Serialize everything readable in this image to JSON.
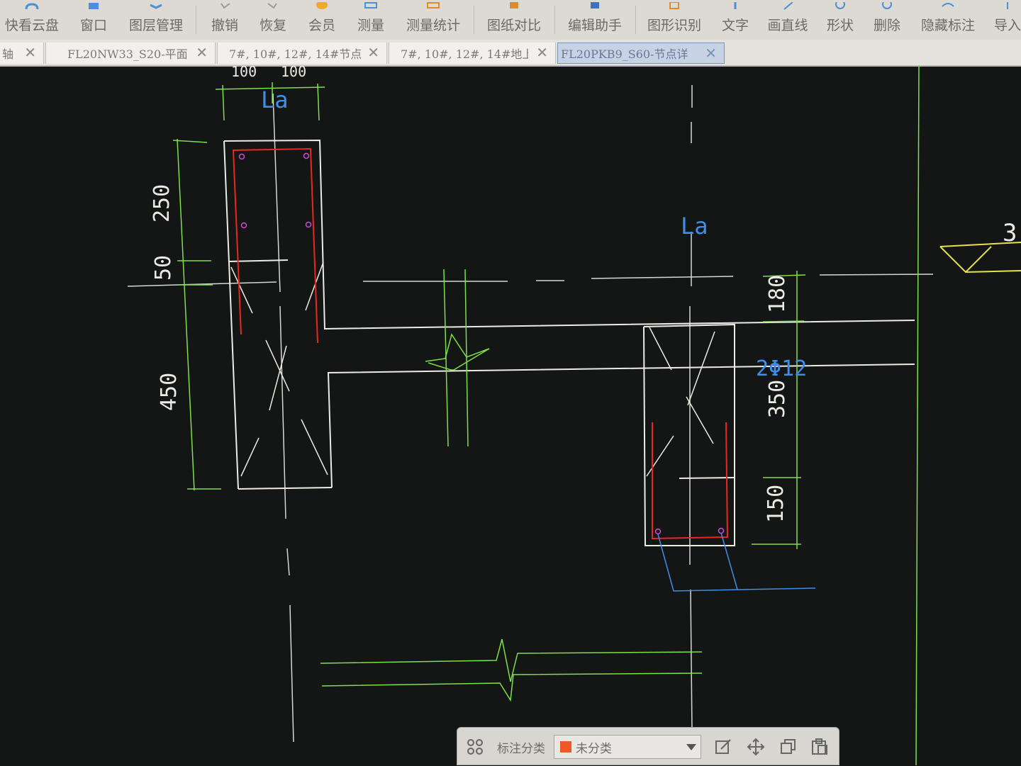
{
  "toolbar": {
    "items": [
      {
        "label": "快看云盘",
        "icon": "cloud-disk-icon"
      },
      {
        "label": "窗口",
        "icon": "window-icon"
      },
      {
        "label": "图层管理",
        "icon": "layers-icon"
      },
      {
        "label": "撤销",
        "icon": "undo-icon"
      },
      {
        "label": "恢复",
        "icon": "redo-icon"
      },
      {
        "label": "会员",
        "icon": "vip-icon"
      },
      {
        "label": "测量",
        "icon": "ruler-icon"
      },
      {
        "label": "测量统计",
        "icon": "measure-stats-icon"
      },
      {
        "label": "图纸对比",
        "icon": "compare-icon"
      },
      {
        "label": "编辑助手",
        "icon": "edit-helper-icon"
      },
      {
        "label": "图形识别",
        "icon": "shape-recognition-icon"
      },
      {
        "label": "文字",
        "icon": "text-icon"
      },
      {
        "label": "画直线",
        "icon": "line-icon"
      },
      {
        "label": "形状",
        "icon": "shape-icon"
      },
      {
        "label": "删除",
        "icon": "delete-icon"
      },
      {
        "label": "隐藏标注",
        "icon": "hide-annotation-icon"
      },
      {
        "label": "导入",
        "icon": "import-icon"
      }
    ]
  },
  "tabs": [
    {
      "label": "轴",
      "active": false
    },
    {
      "label": "FL20NW33_S20-平面",
      "active": false
    },
    {
      "label": "7#, 10#, 12#, 14#节点…",
      "active": false
    },
    {
      "label": "7#, 10#, 12#, 14#地上…",
      "active": false
    },
    {
      "label": "FL20PKB9_S60-节点详",
      "active": true
    }
  ],
  "drawing": {
    "top_dims": [
      "100",
      "100"
    ],
    "la_label_top": "La",
    "la_label_right": "La",
    "dims_left": [
      "250",
      "50",
      "450"
    ],
    "dims_right": [
      "180",
      "350",
      "150"
    ],
    "rebar_label": "2Φ12",
    "edge_number": "3",
    "colors": {
      "background": "#141515",
      "concrete": "#ecebe6",
      "rebar": "#e8281e",
      "dimension": "#7ee04a",
      "annotation": "#3f8fe8",
      "stirrup_dot": "#d14ad8",
      "level_mark": "#e6e24a"
    }
  },
  "bottombar": {
    "label": "标注分类",
    "select_value": "未分类",
    "swatch_color": "#ef5a24"
  }
}
